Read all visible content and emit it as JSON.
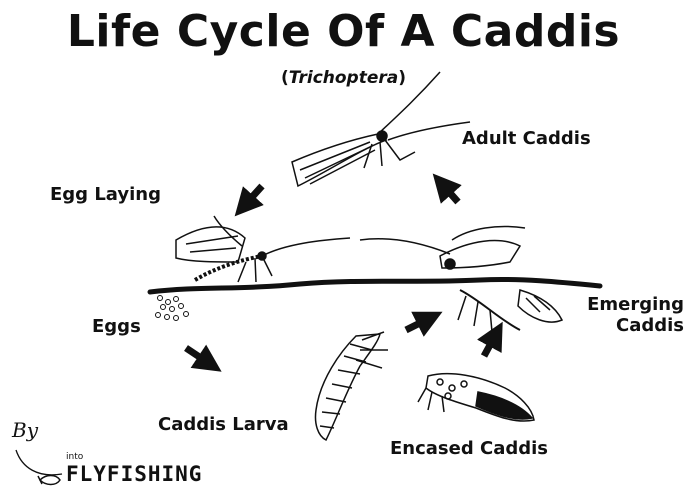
{
  "title": "Life Cycle Of A Caddis",
  "subtitle": {
    "open": "(",
    "scientific_name": "Trichoptera",
    "close": ")"
  },
  "stages": {
    "adult": "Adult Caddis",
    "egg_laying": "Egg Laying",
    "eggs": "Eggs",
    "larva": "Caddis Larva",
    "encased": "Encased Caddis",
    "emerging_line1": "Emerging",
    "emerging_line2": "Caddis"
  },
  "logo": {
    "by": "By",
    "into": "into",
    "brand": "FLYFISHING"
  },
  "colors": {
    "ink": "#111111",
    "background": "#ffffff"
  }
}
